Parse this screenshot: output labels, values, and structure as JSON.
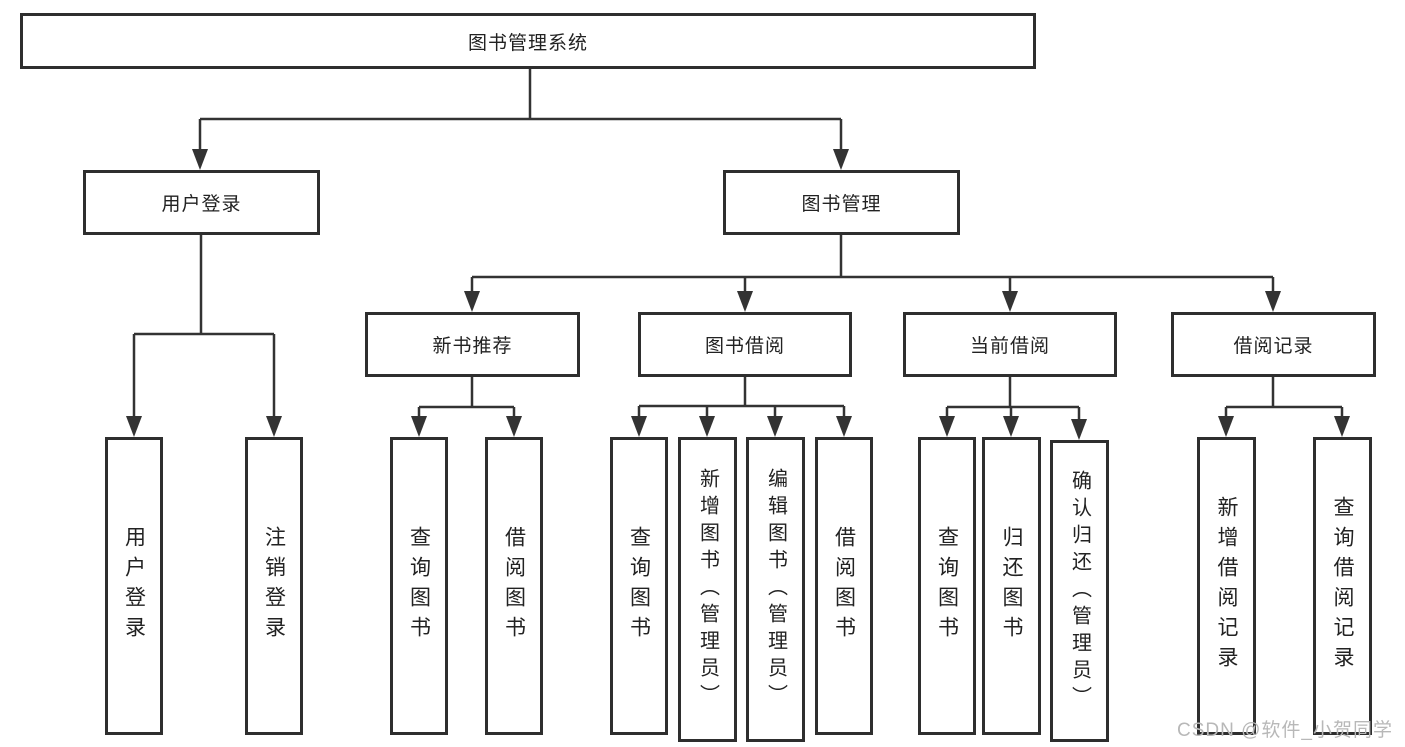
{
  "root": {
    "label": "图书管理系统"
  },
  "level2": [
    {
      "label": "用户登录"
    },
    {
      "label": "图书管理"
    }
  ],
  "level3": [
    {
      "label": "新书推荐"
    },
    {
      "label": "图书借阅"
    },
    {
      "label": "当前借阅"
    },
    {
      "label": "借阅记录"
    }
  ],
  "leaves": [
    {
      "label": "用户登录"
    },
    {
      "label": "注销登录"
    },
    {
      "label": "查询图书"
    },
    {
      "label": "借阅图书"
    },
    {
      "label": "查询图书"
    },
    {
      "label": "新增图书（管理员）"
    },
    {
      "label": "编辑图书（管理员）"
    },
    {
      "label": "借阅图书"
    },
    {
      "label": "查询图书"
    },
    {
      "label": "归还图书"
    },
    {
      "label": "确认归还（管理员）"
    },
    {
      "label": "新增借阅记录"
    },
    {
      "label": "查询借阅记录"
    }
  ],
  "watermark": {
    "text": "CSDN @软件_小贺同学"
  },
  "colors": {
    "line": "#333333",
    "border": "#2e2e2e",
    "text": "#222222",
    "box_bg": "#ffffff",
    "watermark": "#b8b8b8"
  }
}
